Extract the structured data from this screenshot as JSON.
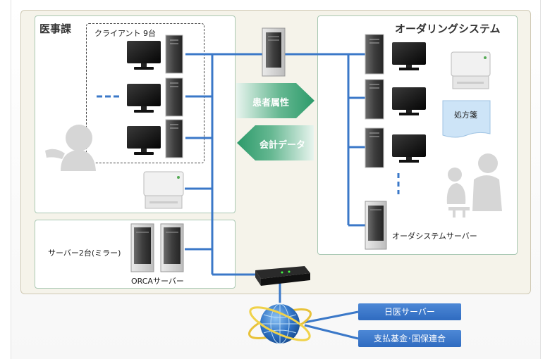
{
  "medical_office": {
    "title": "医事課"
  },
  "clients": {
    "label": "クライアント 9台"
  },
  "ordering": {
    "title": "オーダリングシステム",
    "server_label": "オーダシステムサーバー"
  },
  "data_flow": {
    "to_ordering": "患者属性",
    "to_medical": "会計データ"
  },
  "prescription": {
    "label": "処方箋"
  },
  "orca": {
    "servers_label": "サーバー2台(ミラー)",
    "name_label": "ORCAサーバー"
  },
  "external": {
    "jma_server": "日医サーバー",
    "payment_fund": "支払基金･国保連合"
  },
  "colors": {
    "network_line": "#3b78c8",
    "arrow": "#2f9e6e",
    "button": "#3a74c8"
  }
}
